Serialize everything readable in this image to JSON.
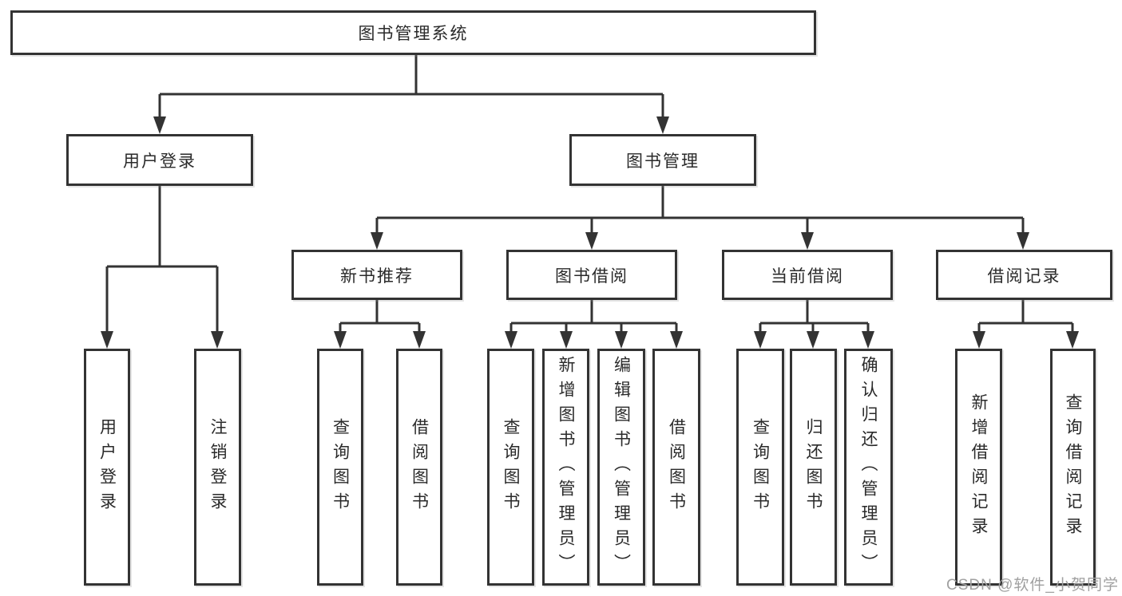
{
  "diagram": {
    "root": {
      "label": "图书管理系统"
    },
    "branches": [
      {
        "label": "用户登录",
        "children": [
          {
            "label": "用户登录"
          },
          {
            "label": "注销登录"
          }
        ]
      },
      {
        "label": "图书管理",
        "children": [
          {
            "label": "新书推荐",
            "children": [
              {
                "label": "查询图书"
              },
              {
                "label": "借阅图书"
              }
            ]
          },
          {
            "label": "图书借阅",
            "children": [
              {
                "label": "查询图书"
              },
              {
                "label": "新增图书（管理员）"
              },
              {
                "label": "编辑图书（管理员）"
              },
              {
                "label": "借阅图书"
              }
            ]
          },
          {
            "label": "当前借阅",
            "children": [
              {
                "label": "查询图书"
              },
              {
                "label": "归还图书"
              },
              {
                "label": "确认归还（管理员）"
              }
            ]
          },
          {
            "label": "借阅记录",
            "children": [
              {
                "label": "新增借阅记录"
              },
              {
                "label": "查询借阅记录"
              }
            ]
          }
        ]
      }
    ]
  },
  "watermark": {
    "text": "CSDN @软件_小贺同学"
  },
  "colors": {
    "line": "#333333",
    "text": "#2a2a2a",
    "watermark": "#a0a0a0",
    "background": "#ffffff"
  }
}
